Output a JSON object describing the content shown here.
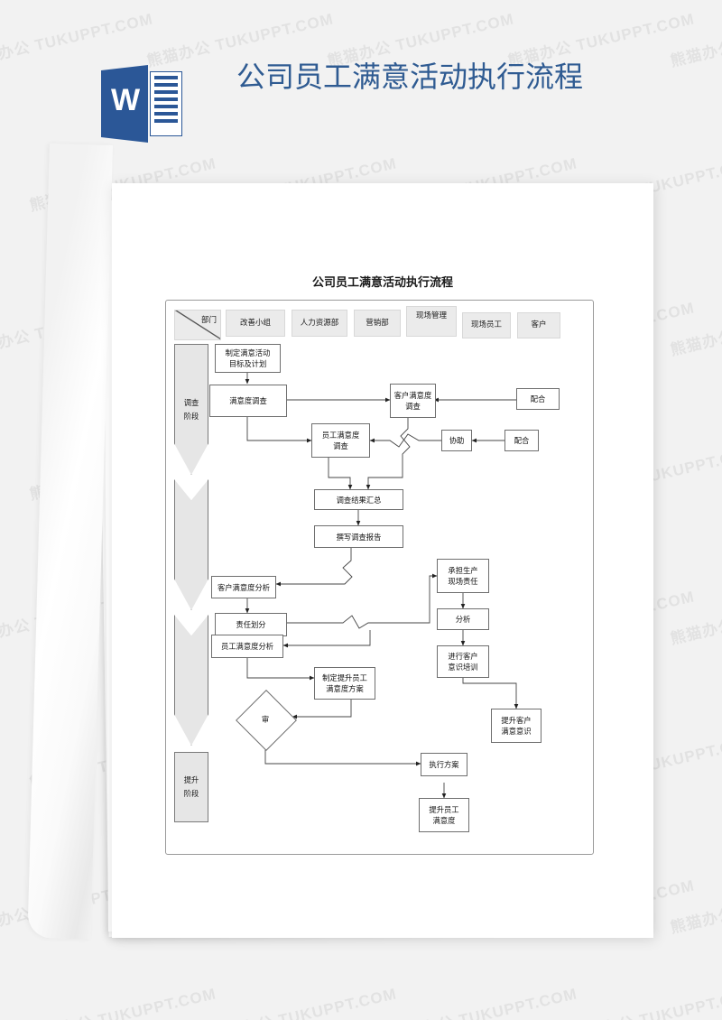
{
  "header": {
    "app_icon": "word-document-icon",
    "title": "公司员工满意活动执行流程",
    "icon_color": "#2b5797",
    "title_color": "#2f5b92"
  },
  "watermark": {
    "text": "熊猫办公 TUKUPPT.COM",
    "color": "rgba(120,120,120,0.13)"
  },
  "document": {
    "page_title": "公司员工满意活动执行流程",
    "columns": [
      {
        "label": "部门"
      },
      {
        "label": "改善小组"
      },
      {
        "label": "人力资源部"
      },
      {
        "label": "营销部"
      },
      {
        "label": "现场管理"
      },
      {
        "label": "现场员工"
      },
      {
        "label": "客户"
      }
    ],
    "phases": [
      {
        "line1": "调查",
        "line2": "阶段"
      },
      {
        "line1": "",
        "line2": ""
      },
      {
        "line1": "提升",
        "line2": "阶段"
      }
    ],
    "nodes": [
      {
        "id": "n1",
        "line1": "制定满意活动",
        "line2": "目标及计划"
      },
      {
        "id": "n2",
        "line1": "满意度调查",
        "line2": ""
      },
      {
        "id": "n3",
        "line1": "客户满意度",
        "line2": "调查"
      },
      {
        "id": "n4",
        "line1": "配合",
        "line2": ""
      },
      {
        "id": "n5",
        "line1": "员工满意度",
        "line2": "调查"
      },
      {
        "id": "n6",
        "line1": "协助",
        "line2": ""
      },
      {
        "id": "n7",
        "line1": "配合",
        "line2": ""
      },
      {
        "id": "n8",
        "line1": "调查结果汇总",
        "line2": ""
      },
      {
        "id": "n9",
        "line1": "撰写调查报告",
        "line2": ""
      },
      {
        "id": "n10",
        "line1": "客户满意度分析",
        "line2": ""
      },
      {
        "id": "n11",
        "line1": "责任划分",
        "line2": ""
      },
      {
        "id": "n12",
        "line1": "员工满意度分析",
        "line2": ""
      },
      {
        "id": "n13",
        "line1": "承担生产",
        "line2": "现场责任"
      },
      {
        "id": "n14",
        "line1": "分析",
        "line2": ""
      },
      {
        "id": "n15",
        "line1": "进行客户",
        "line2": "意识培训"
      },
      {
        "id": "n16",
        "line1": "制定提升员工",
        "line2": "满意度方案"
      },
      {
        "id": "n17",
        "line1": "审",
        "line2": ""
      },
      {
        "id": "n18",
        "line1": "执行方案",
        "line2": ""
      },
      {
        "id": "n19",
        "line1": "提升客户",
        "line2": "满意意识"
      },
      {
        "id": "n20",
        "line1": "提升员工",
        "line2": "满意度"
      }
    ]
  }
}
